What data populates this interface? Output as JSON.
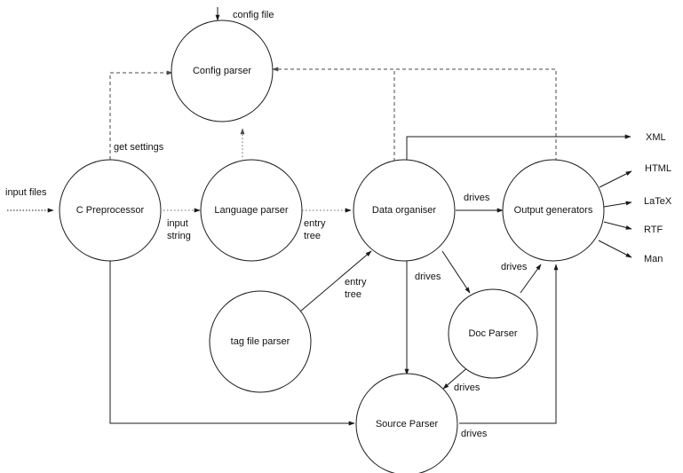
{
  "nodes": {
    "config_parser": "Config parser",
    "c_preprocessor": "C Preprocessor",
    "language_parser": "Language parser",
    "data_organiser": "Data organiser",
    "output_generators": "Output generators",
    "tag_file_parser": "tag file parser",
    "doc_parser": "Doc Parser",
    "source_parser": "Source Parser"
  },
  "labels": {
    "config_file": "config file",
    "input_files": "input files",
    "get_settings": "get settings",
    "input_string_1": "input",
    "input_string_2": "string",
    "entry_tree_1_a": "entry",
    "entry_tree_1_b": "tree",
    "entry_tree_2_a": "entry",
    "entry_tree_2_b": "tree",
    "drives_output": "drives",
    "drives_source": "drives",
    "drives_doc_output": "drives",
    "drives_doc_source": "drives",
    "drives_source_output": "drives"
  },
  "outputs": {
    "xml": "XML",
    "html": "HTML",
    "latex": "LaTeX",
    "rtf": "RTF",
    "man": "Man"
  },
  "colors": {
    "line": "#1a1a1a",
    "dashed": "#4a4a4a",
    "background": "#ffffff"
  }
}
